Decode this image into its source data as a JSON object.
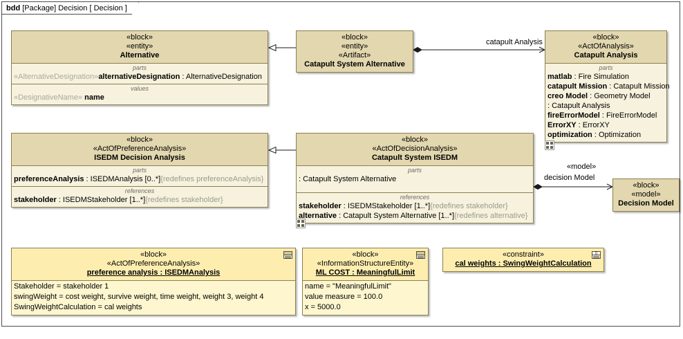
{
  "frame": {
    "kind": "bdd",
    "rest": "[Package] Decision [ Decision ]"
  },
  "blocks": {
    "alternative": {
      "stereotype1": "«block»",
      "stereotype2": "«entity»",
      "name": "Alternative",
      "parts_label": "parts",
      "part1_stereo": "«AlternativeDesignation»",
      "part1_name": "alternativeDesignation",
      "part1_type": " : AlternativeDesignation",
      "values_label": "values",
      "value1_stereo": "«DesignativeName»",
      "value1_name": "name"
    },
    "catapult_system_alternative": {
      "stereotype1": "«block»",
      "stereotype2": "«entity»",
      "stereotype3": "«Artifact»",
      "name": "Catapult System Alternative"
    },
    "catapult_analysis": {
      "stereotype1": "«block»",
      "stereotype2": "«ActOfAnalysis»",
      "name": "Catapult Analysis",
      "parts_label": "parts",
      "parts": [
        {
          "nm": "matlab",
          "type": " : Fire Simulation"
        },
        {
          "nm": "catapult Mission",
          "type": " : Catapult Mission"
        },
        {
          "nm": "creo Model",
          "type": " : Geometry Model"
        },
        {
          "nm": "",
          "type": " : Catapult Analysis"
        },
        {
          "nm": "fireErrorModel",
          "type": " : FireErrorModel"
        },
        {
          "nm": "ErrorXY",
          "type": " : ErrorXY"
        },
        {
          "nm": "optimization",
          "type": " : Optimization"
        }
      ]
    },
    "isedm_decision_analysis": {
      "stereotype1": "«block»",
      "stereotype2": "«ActOfPreferenceAnalysis»",
      "name": "ISEDM Decision Analysis",
      "parts_label": "parts",
      "part1_name": "preferenceAnalysis",
      "part1_type": " : ISEDMAnalysis [0..*]",
      "part1_redefines": "{redefines preferenceAnalysis}",
      "references_label": "references",
      "ref1_name": "stakeholder",
      "ref1_type": " : ISEDMStakeholder [1..*]",
      "ref1_redefines": "{redefines stakeholder}"
    },
    "catapult_system_isedm": {
      "stereotype1": "«block»",
      "stereotype2": "«ActOfDecisionAnalysis»",
      "name": "Catapult System ISEDM",
      "parts_label": "parts",
      "part1": " : Catapult System Alternative",
      "references_label": "references",
      "ref1_name": "stakeholder",
      "ref1_type": " : ISEDMStakeholder [1..*]",
      "ref1_redefines": "{redefines stakeholder}",
      "ref2_name": "alternative",
      "ref2_type": " : Catapult System Alternative [1..*]",
      "ref2_redefines": "{redefines alternative}"
    },
    "decision_model": {
      "stereotype1": "«block»",
      "stereotype2": "«model»",
      "name": "Decision Model"
    },
    "preference_analysis": {
      "stereotype1": "«block»",
      "stereotype2": "«ActOfPreferenceAnalysis»",
      "name": "preference analysis : ISEDMAnalysis",
      "values": [
        "Stakeholder = stakeholder 1",
        "swingWeight = cost weight, survive weight, time weight, weight 3, weight 4",
        "SwingWeightCalculation = cal weights"
      ]
    },
    "ml_cost": {
      "stereotype1": "«block»",
      "stereotype2": "«InformationStructureEntity»",
      "name": "ML COST : MeaningfulLimit",
      "values": [
        "name = \"MeaningfulLimit\"",
        "value measure = 100.0",
        "x = 5000.0"
      ]
    },
    "cal_weights": {
      "stereotype1": "«constraint»",
      "name": "cal weights : SwingWeightCalculation"
    }
  },
  "connectors": {
    "catapult_analysis_label": "catapult Analysis",
    "decision_model_stereotype": "«model»",
    "decision_model_label": "decision Model"
  },
  "colors": {
    "block_header": "#e2d7ae",
    "block_body": "#f7f2dd",
    "block_border": "#8a7f52",
    "instance_header": "#fdeeb0",
    "instance_body": "#fdf6cf",
    "frame_border": "#4c4c4c",
    "dim_text": "#9a9a8e"
  }
}
